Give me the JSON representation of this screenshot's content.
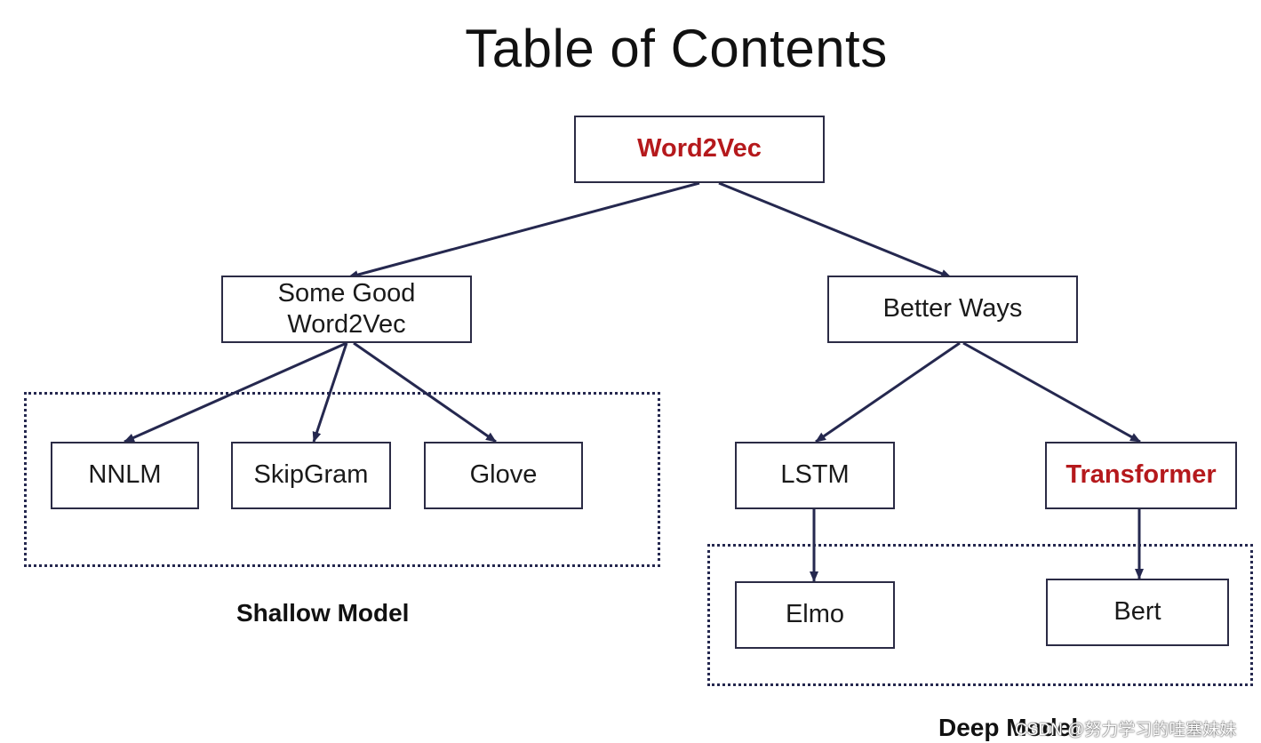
{
  "title": "Table of Contents",
  "nodes": {
    "root": "Word2Vec",
    "shallow_parent": "Some Good Word2Vec",
    "deep_parent": "Better Ways",
    "nnlm": "NNLM",
    "skipgram": "SkipGram",
    "glove": "Glove",
    "lstm": "LSTM",
    "transformer": "Transformer",
    "elmo": "Elmo",
    "bert": "Bert"
  },
  "groups": {
    "shallow_label": "Shallow Model",
    "deep_label": "Deep Model"
  },
  "watermark": "CSDN @努力学习的哇塞妹妹",
  "colors": {
    "accent": "#b5191c",
    "arrow": "#25284f",
    "box_border": "#2b2b45"
  }
}
